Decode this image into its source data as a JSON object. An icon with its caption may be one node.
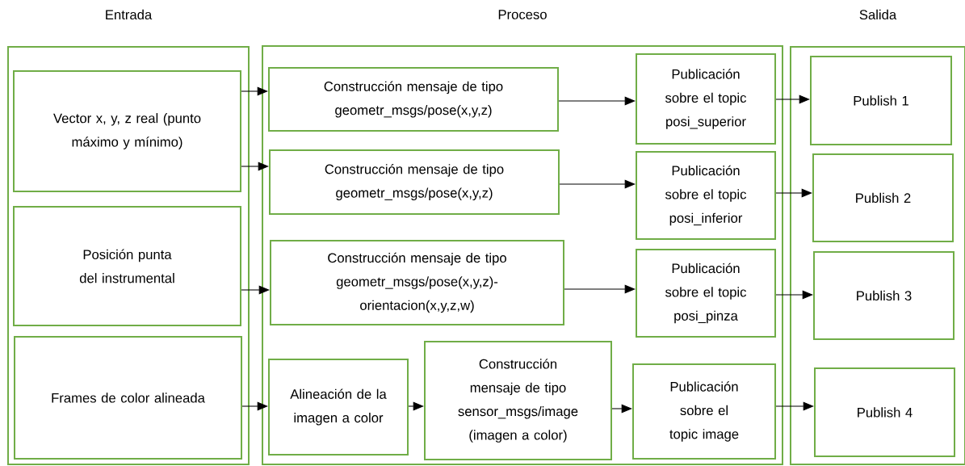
{
  "diagram": {
    "nodes": [
      {
        "text": [
          "Entrada"
        ]
      },
      {
        "text": [
          "Vector x, y, z real (punto máximo y mínimo)"
        ],
        "in": 0
      },
      {
        "text": [
          "Posición punta del instrumental"
        ],
        "in": 0
      },
      {
        "text": [
          "Frames de color alineada"
        ],
        "in": 0
      },
      {
        "text": [
          "Proceso"
        ]
      },
      {
        "text": [
          "Construcción mensaje de tipo geometr_msgs/pose(x,y,z)"
        ],
        "in": 4
      },
      {
        "text": [
          "Publicación sobre el topic posi_superior"
        ],
        "in": 4
      },
      {
        "text": [
          "Construcción mensaje de tipo geometr_msgs/pose(x,y,z)"
        ],
        "in": 4
      },
      {
        "text": [
          "Publicación sobre el topic posi_inferior"
        ],
        "in": 4
      },
      {
        "text": [
          "Construcción mensaje de tipo geometr_msgs/pose(x,y,z)-orientacion(x,y,z,w)"
        ],
        "in": 4
      },
      {
        "text": [
          "Publicación sobre el topic posi_pinza"
        ],
        "in": 4
      },
      {
        "text": [
          "Alineación de la imagen a color"
        ],
        "in": 4
      },
      {
        "text": [
          "Construcción mensaje de tipo sensor_msgs/image (imagen a color)"
        ],
        "in": 4
      },
      {
        "text": [
          "Publicación sobre el topic image"
        ],
        "in": 4
      },
      {
        "text": [
          "Salida"
        ]
      },
      {
        "text": [
          "Publish 1"
        ],
        "in": 14
      },
      {
        "text": [
          "Publish 2"
        ],
        "in": 14
      },
      {
        "text": [
          "Publish 3"
        ],
        "in": 14
      },
      {
        "text": [
          "Publish 4"
        ],
        "in": 14
      }
    ],
    "edges": [
      {
        "from": 1,
        "to": 5,
        "arrow": "to"
      },
      {
        "from": 1,
        "to": 7,
        "arrow": "to"
      },
      {
        "from": 2,
        "to": 9,
        "arrow": "to"
      },
      {
        "from": 3,
        "to": 11,
        "arrow": "to"
      },
      {
        "from": 5,
        "to": 6,
        "arrow": "to"
      },
      {
        "from": 7,
        "to": 8,
        "arrow": "to"
      },
      {
        "from": 9,
        "to": 10,
        "arrow": "to"
      },
      {
        "from": 11,
        "to": 12,
        "arrow": "to"
      },
      {
        "from": 12,
        "to": 13,
        "arrow": "to"
      },
      {
        "from": 6,
        "to": 15,
        "arrow": "to"
      },
      {
        "from": 8,
        "to": 16,
        "arrow": "to"
      },
      {
        "from": 10,
        "to": 17,
        "arrow": "to"
      },
      {
        "from": 13,
        "to": 18,
        "arrow": "to"
      }
    ]
  }
}
